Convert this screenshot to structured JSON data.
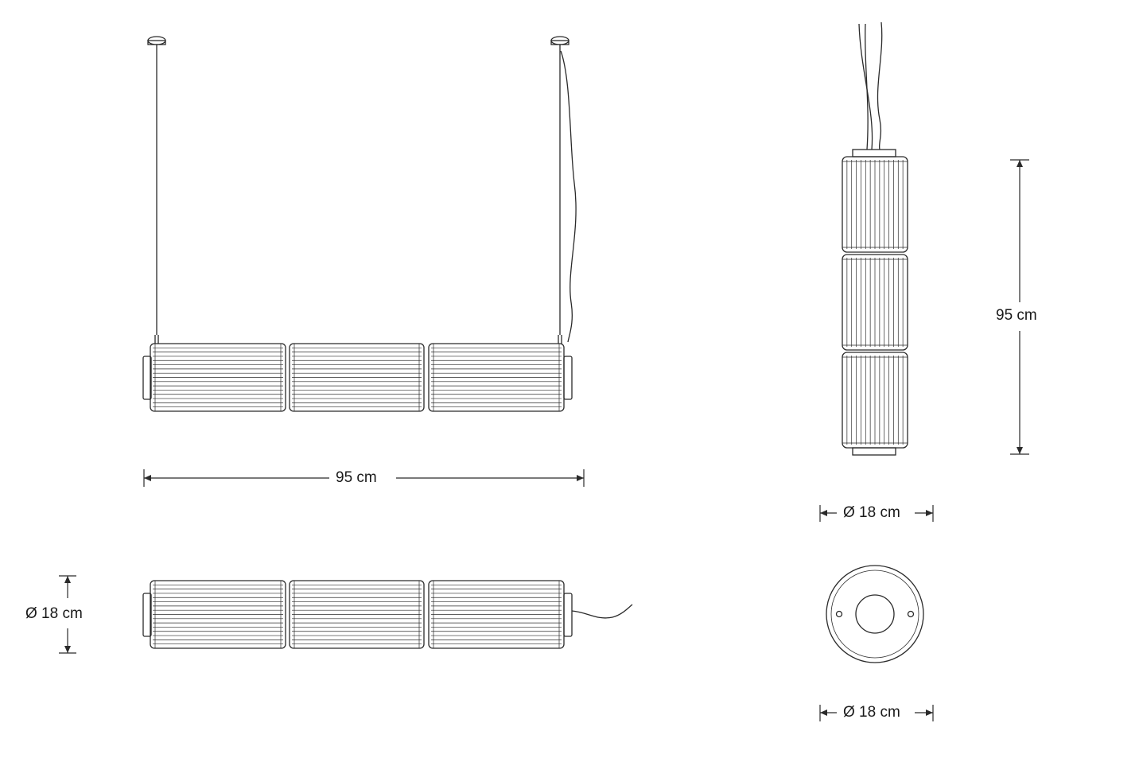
{
  "dimensions": {
    "overall_width": "95 cm",
    "overall_height": "95 cm",
    "diameter_vertical": "Ø 18 cm",
    "diameter_base": "Ø 18 cm",
    "diameter_horizontal": "Ø 18 cm"
  },
  "colors": {
    "line": "#2a2a2a",
    "background": "#ffffff"
  }
}
